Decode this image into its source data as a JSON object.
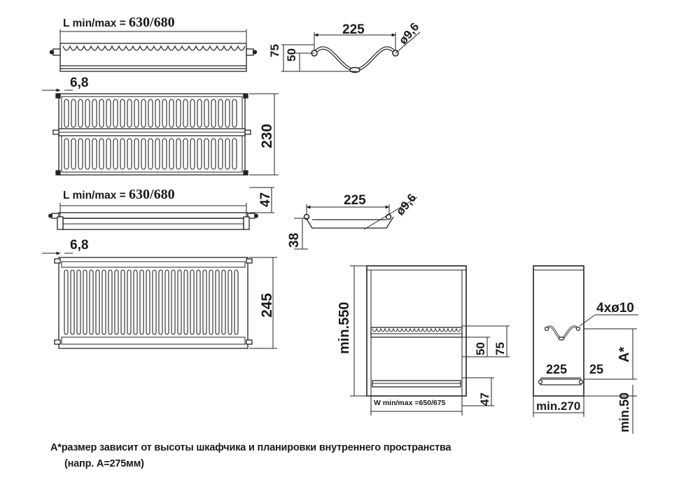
{
  "labels": {
    "top_length": {
      "prefix": "L min/max = ",
      "value": "630/680"
    },
    "top_profile_width": "225",
    "top_profile_diameter": "ø9,6",
    "top_profile_height_outer": "75",
    "top_profile_height_inner": "50",
    "top_plan_offset": "6,8",
    "top_plan_depth": "230",
    "bottom_length": {
      "prefix": "L min/max = ",
      "value": "630/680"
    },
    "bottom_height": "47",
    "bottom_profile_width": "225",
    "bottom_profile_diameter": "ø9,6",
    "bottom_profile_height": "38",
    "bottom_plan_offset": "6,8",
    "bottom_plan_depth": "245",
    "cabinet_min_height": "min.550",
    "cabinet_shelf_inner": "50",
    "cabinet_shelf_outer": "75",
    "cabinet_tray_height": "47",
    "cabinet_width": "W min/max =650/675",
    "side_holes": "4xø10",
    "side_a_label": "A*",
    "side_rail_width": "225",
    "side_rail_offset": "25",
    "side_min_depth": "min.270",
    "side_min_bottom": "min.50"
  },
  "footnote": {
    "line1": "А*размер зависит от высоты шкафчика и планировки внутреннего пространства",
    "line2": "(напр. А=275мм)"
  }
}
